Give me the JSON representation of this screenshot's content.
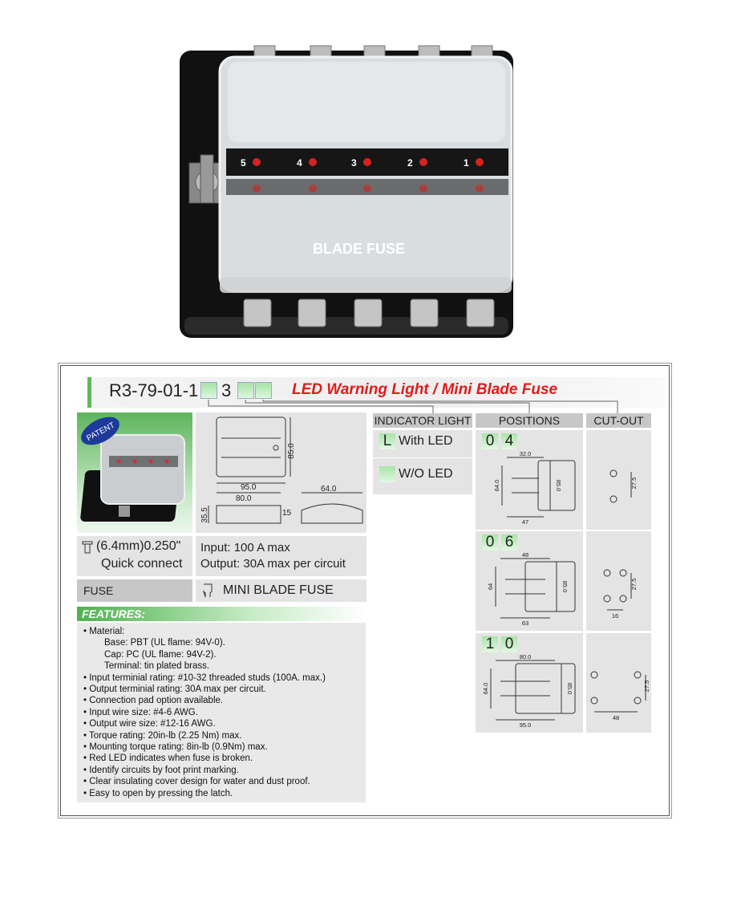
{
  "photo": {
    "label": "BLADE FUSE",
    "slot_numbers": [
      "5",
      "4",
      "3",
      "2",
      "1"
    ]
  },
  "header": {
    "part_prefix": "R3-79-01-1",
    "part_mid": "3",
    "title": "LED Warning Light / Mini Blade Fuse"
  },
  "badge": {
    "text": "PATENT"
  },
  "drawing": {
    "dim_95": "95.0",
    "dim_85": "85.0",
    "dim_80": "80.0",
    "dim_64": "64.0",
    "dim_35": "35.5",
    "dim_15": "15"
  },
  "connector": {
    "size": "(6.4mm)0.250\"",
    "type": "Quick connect"
  },
  "ratings": {
    "input": "Input: 100 A max",
    "output": "Output: 30A max per circuit"
  },
  "fuse": {
    "label": "FUSE",
    "value": "MINI BLADE FUSE"
  },
  "indicator": {
    "heading": "INDICATOR LIGHT",
    "with_code": "L",
    "with_label": "With LED",
    "without_label": "W/O LED"
  },
  "positions": {
    "heading": "POSITIONS",
    "cutout_heading": "CUT-OUT",
    "rows": [
      {
        "digits": [
          "0",
          "4"
        ],
        "top": "32.0",
        "side": "85.0",
        "left": "64.0",
        "bottom": "47",
        "cut_v": "27.5",
        "cut_h": ""
      },
      {
        "digits": [
          "0",
          "6"
        ],
        "top": "48",
        "side": "85.0",
        "left": "64",
        "bottom": "63",
        "cut_v": "27.5",
        "cut_h": "16"
      },
      {
        "digits": [
          "1",
          "0"
        ],
        "top": "80.0",
        "side": "85.0",
        "left": "64.0",
        "bottom": "95.0",
        "cut_v": "27.5",
        "cut_h": "48"
      }
    ]
  },
  "features": {
    "heading": "FEATURES:",
    "items": [
      "• Material:",
      "Base: PBT (UL flame: 94V-0).",
      "Cap: PC (UL flame: 94V-2).",
      "Terminal: tin plated brass.",
      "• Input terminial rating: #10-32 threaded studs (100A. max.)",
      "• Output terminial rating: 30A max per circuit.",
      "• Connection pad option available.",
      "• Input wire size: #4-6 AWG.",
      "• Output wire size: #12-16 AWG.",
      "• Torque rating: 20in-lb (2.25 Nm) max.",
      "• Mounting torque rating: 8in-lb (0.9Nm) max.",
      "• Red LED indicates when fuse is broken.",
      "• Identify circuits by foot print marking.",
      "• Clear insulating cover design for water and dust proof.",
      "• Easy to open by pressing the latch."
    ]
  },
  "colors": {
    "accent_green": "#5cb85c",
    "title_red": "#e01b1b",
    "panel_grey": "#e4e4e4"
  }
}
